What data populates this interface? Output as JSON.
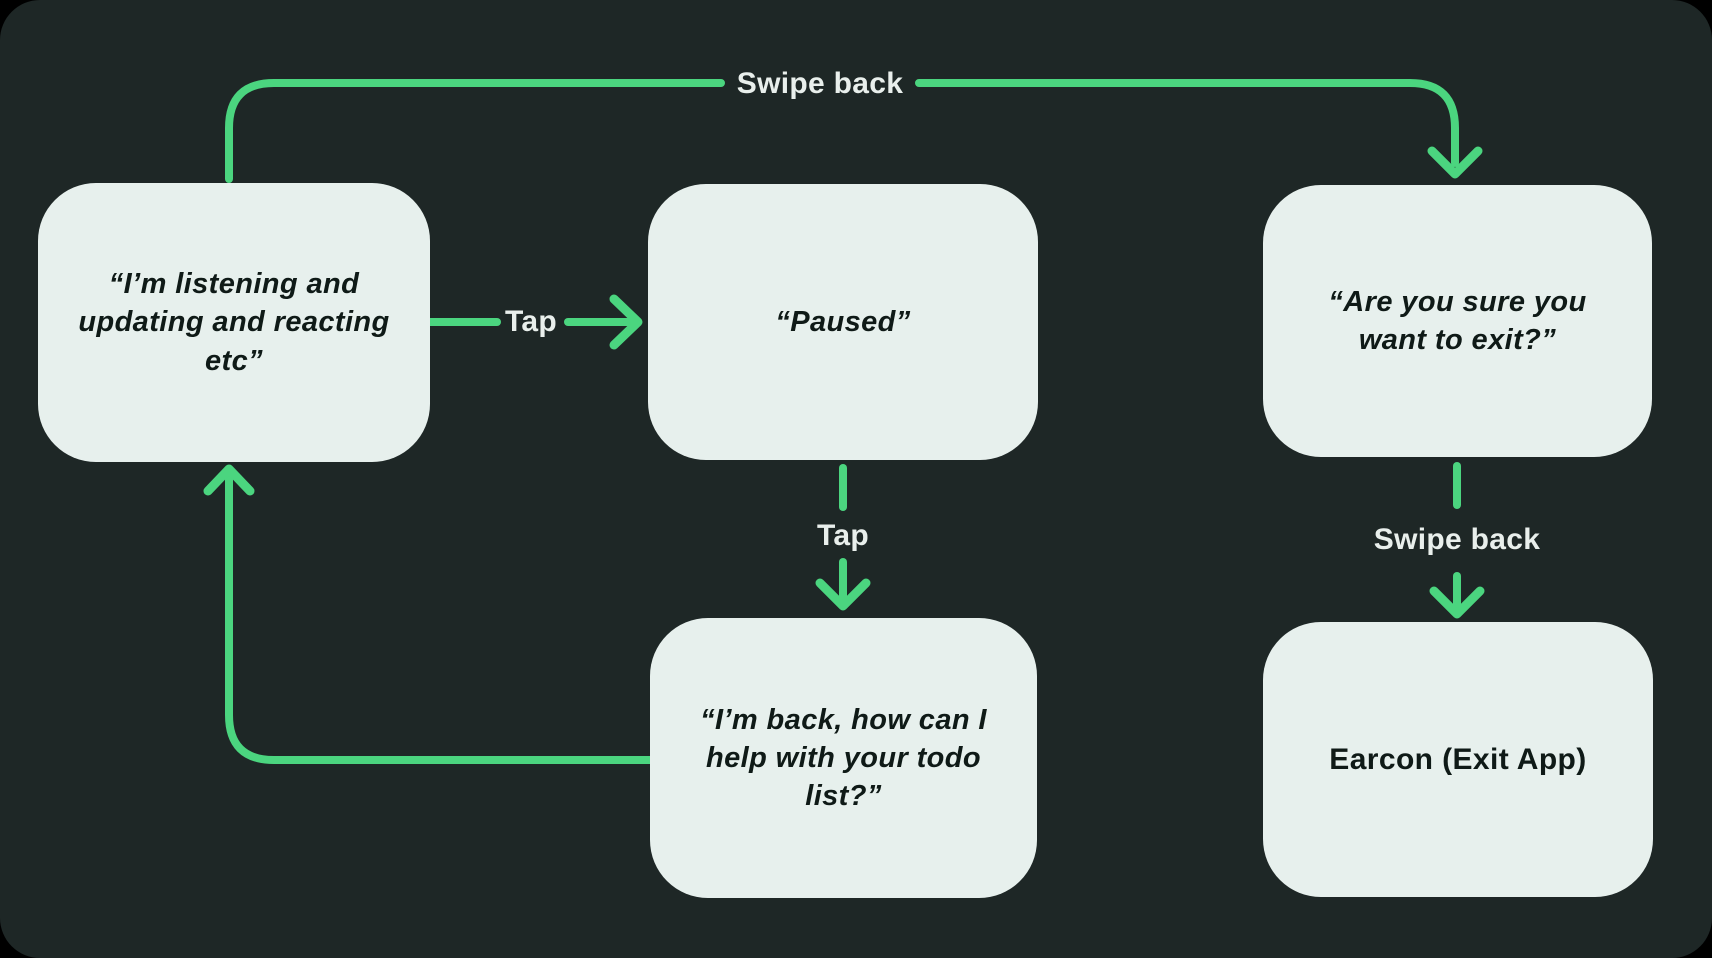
{
  "colors": {
    "canvas-bg": "#1e2726",
    "node-fill": "#e7f0ed",
    "node-text": "#0f1a17",
    "arrow": "#4bd57f",
    "edge-label": "#e9efec"
  },
  "nodes": {
    "listening": {
      "text": "“I’m listening and\nupdating and reacting\netc”"
    },
    "paused": {
      "text": "“Paused”"
    },
    "confirm_exit": {
      "text": "“Are you sure you\nwant to exit?”"
    },
    "back": {
      "text": "“I’m back, how can I\nhelp with your todo\nlist?”"
    },
    "earcon": {
      "text": "Earcon (Exit App)"
    }
  },
  "edge_labels": {
    "swipe_back_top": "Swipe back",
    "tap_pause": "Tap",
    "tap_resume": "Tap",
    "swipe_back_exit": "Swipe back"
  },
  "edges": [
    {
      "from": "listening",
      "to": "confirm_exit",
      "label": "Swipe back"
    },
    {
      "from": "listening",
      "to": "paused",
      "label": "Tap"
    },
    {
      "from": "paused",
      "to": "back",
      "label": "Tap"
    },
    {
      "from": "back",
      "to": "listening",
      "label": ""
    },
    {
      "from": "confirm_exit",
      "to": "earcon",
      "label": "Swipe back"
    }
  ]
}
